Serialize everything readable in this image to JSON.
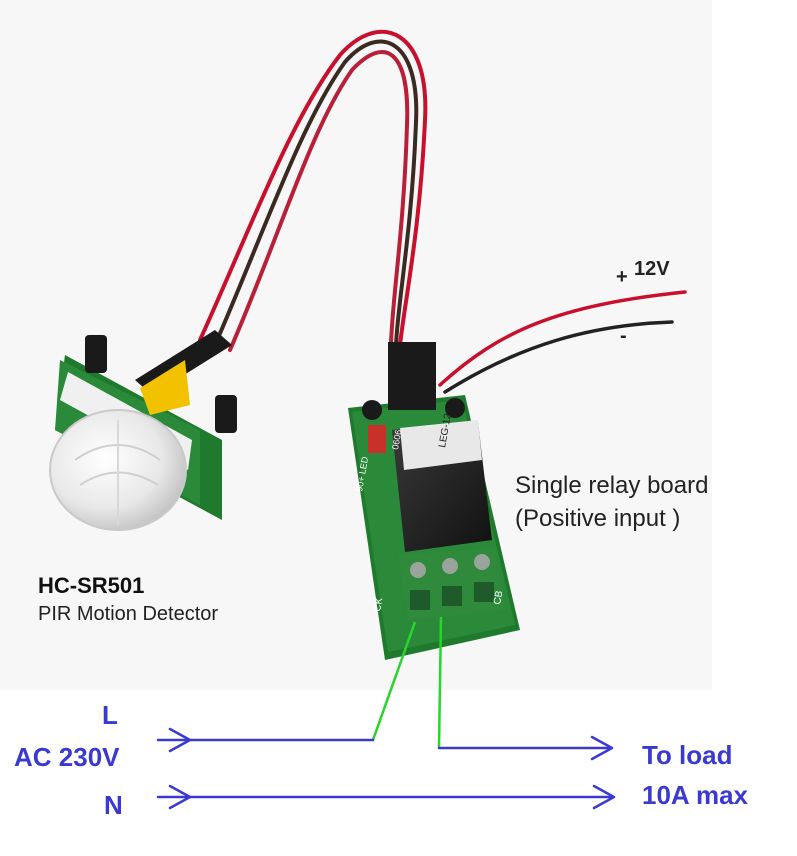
{
  "power": {
    "plus": "+",
    "voltage": "12V",
    "minus": "-"
  },
  "sensor": {
    "title": "HC-SR501",
    "subtitle": "PIR Motion Detector"
  },
  "relay": {
    "line1": "Single relay board",
    "line2": "(Positive input )"
  },
  "mains": {
    "l": "L",
    "ac": "AC 230V",
    "n": "N"
  },
  "load": {
    "to": "To load",
    "max": "10A max"
  },
  "board_print": {
    "model": "LEG-12",
    "code": "0606",
    "led": "90+ LED",
    "ck": "CK",
    "cb": "CB"
  },
  "colors": {
    "arrow": "#3a3ad0",
    "green_wire": "#2bd42b",
    "pcb": "#1f7a2e",
    "terminal": "#2f8a3c"
  }
}
